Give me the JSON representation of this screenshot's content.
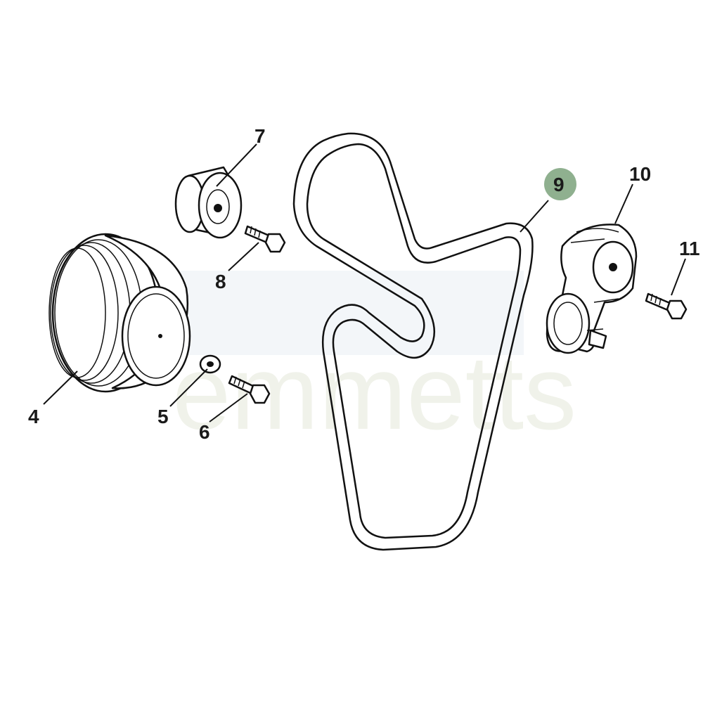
{
  "watermark": {
    "text": "emmetts"
  },
  "callouts": [
    {
      "id": "4",
      "label": "4"
    },
    {
      "id": "5",
      "label": "5"
    },
    {
      "id": "6",
      "label": "6"
    },
    {
      "id": "7",
      "label": "7"
    },
    {
      "id": "8",
      "label": "8"
    },
    {
      "id": "9",
      "label": "9",
      "highlighted": true
    },
    {
      "id": "10",
      "label": "10"
    },
    {
      "id": "11",
      "label": "11"
    }
  ],
  "colors": {
    "highlight": "#8fb08f",
    "line": "#111111",
    "watermark": "#f0f2ea"
  }
}
